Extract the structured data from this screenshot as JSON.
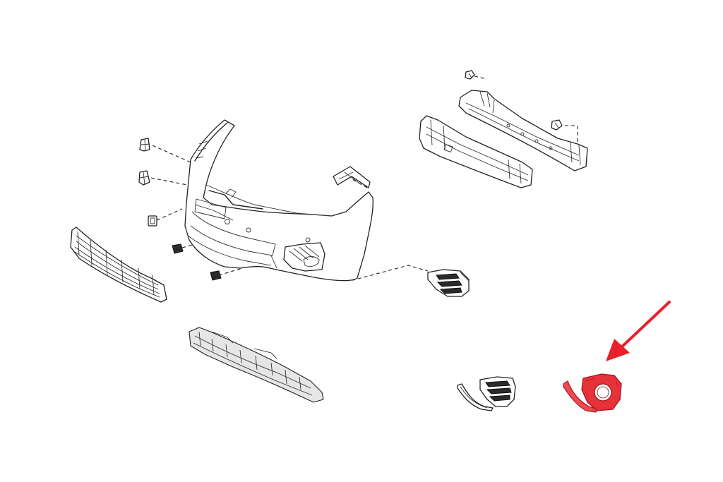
{
  "diagram": {
    "parts": [
      {
        "id": "front-bumper",
        "icon": "bumper-cover-drawing"
      },
      {
        "id": "bumper-reinforcement",
        "icon": "impact-beam-drawing"
      },
      {
        "id": "lower-grille",
        "icon": "grille-drawing"
      },
      {
        "id": "lower-spoiler",
        "icon": "spoiler-drawing"
      },
      {
        "id": "fog-cover-vent",
        "icon": "vent-cover-drawing"
      },
      {
        "id": "fog-cover-with-trim",
        "icon": "vent-trim-drawing"
      },
      {
        "id": "fog-lamp-bezel-highlighted",
        "icon": "fog-lamp-bezel-drawing"
      }
    ],
    "highlight_color": "#e8323a",
    "arrow_color": "#e8202a",
    "line_color": "#222222"
  }
}
